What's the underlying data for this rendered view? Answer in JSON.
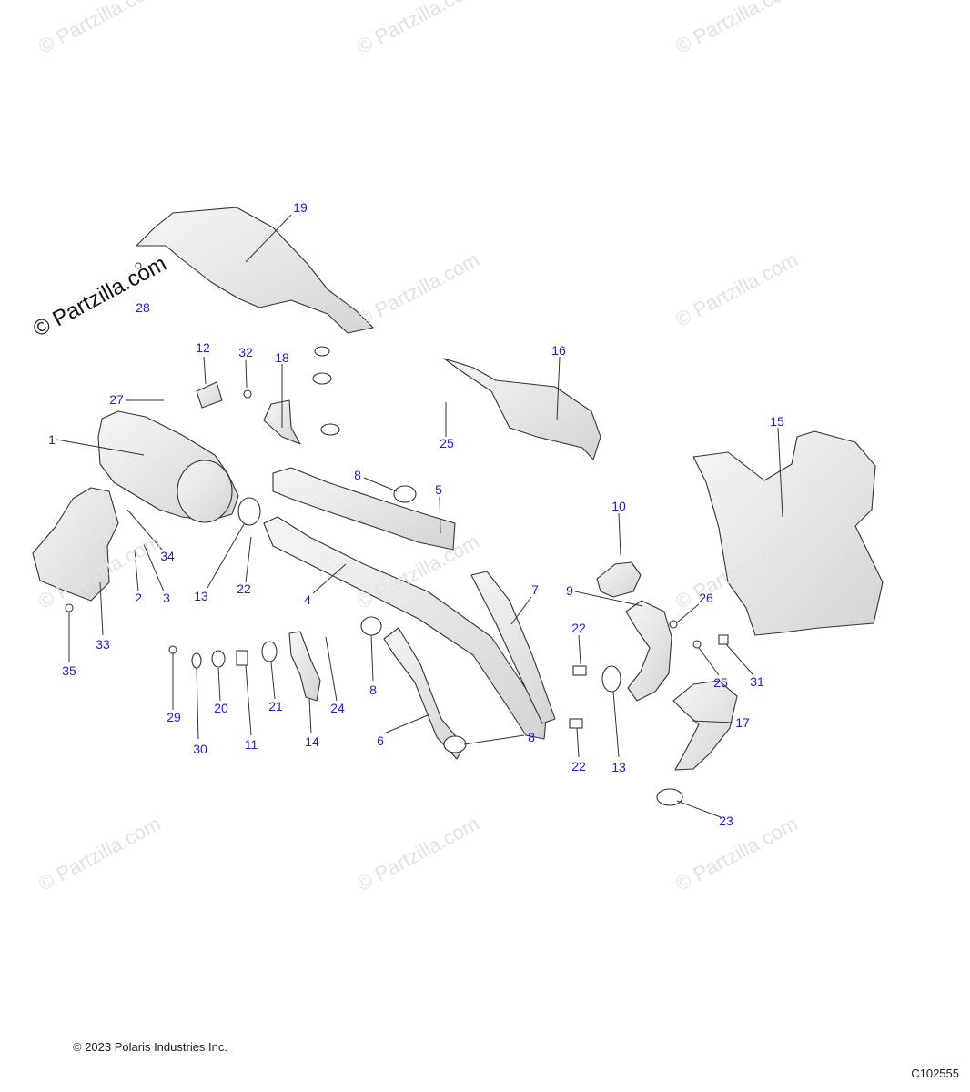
{
  "watermark": {
    "text": "© Partzilla.com"
  },
  "logo_watermark": {
    "text": "© Partzilla.com"
  },
  "copyright": "© 2023 Polaris Industries Inc.",
  "drawing_id": "C102555",
  "callouts": [
    {
      "id": "19",
      "label": "19"
    },
    {
      "id": "28",
      "label": "28"
    },
    {
      "id": "12",
      "label": "12"
    },
    {
      "id": "32",
      "label": "32"
    },
    {
      "id": "18",
      "label": "18"
    },
    {
      "id": "16",
      "label": "16"
    },
    {
      "id": "27",
      "label": "27"
    },
    {
      "id": "25a",
      "label": "25"
    },
    {
      "id": "15",
      "label": "15"
    },
    {
      "id": "1",
      "label": "1"
    },
    {
      "id": "8a",
      "label": "8"
    },
    {
      "id": "5",
      "label": "5"
    },
    {
      "id": "10",
      "label": "10"
    },
    {
      "id": "34",
      "label": "34"
    },
    {
      "id": "7",
      "label": "7"
    },
    {
      "id": "9",
      "label": "9"
    },
    {
      "id": "26",
      "label": "26"
    },
    {
      "id": "2",
      "label": "2"
    },
    {
      "id": "3",
      "label": "3"
    },
    {
      "id": "13a",
      "label": "13"
    },
    {
      "id": "22a",
      "label": "22"
    },
    {
      "id": "4",
      "label": "4"
    },
    {
      "id": "33",
      "label": "33"
    },
    {
      "id": "22b",
      "label": "22"
    },
    {
      "id": "25b",
      "label": "25"
    },
    {
      "id": "31",
      "label": "31"
    },
    {
      "id": "35",
      "label": "35"
    },
    {
      "id": "8b",
      "label": "8"
    },
    {
      "id": "24",
      "label": "24"
    },
    {
      "id": "20",
      "label": "20"
    },
    {
      "id": "21",
      "label": "21"
    },
    {
      "id": "17",
      "label": "17"
    },
    {
      "id": "29",
      "label": "29"
    },
    {
      "id": "8c",
      "label": "8"
    },
    {
      "id": "6",
      "label": "6"
    },
    {
      "id": "30",
      "label": "30"
    },
    {
      "id": "11",
      "label": "11"
    },
    {
      "id": "14",
      "label": "14"
    },
    {
      "id": "22c",
      "label": "22"
    },
    {
      "id": "13b",
      "label": "13"
    },
    {
      "id": "23",
      "label": "23"
    }
  ],
  "colors": {
    "callout": "#2020d0",
    "line": "#333333",
    "part_fill": "#eeeeee",
    "watermark": "#e2e2e2"
  }
}
